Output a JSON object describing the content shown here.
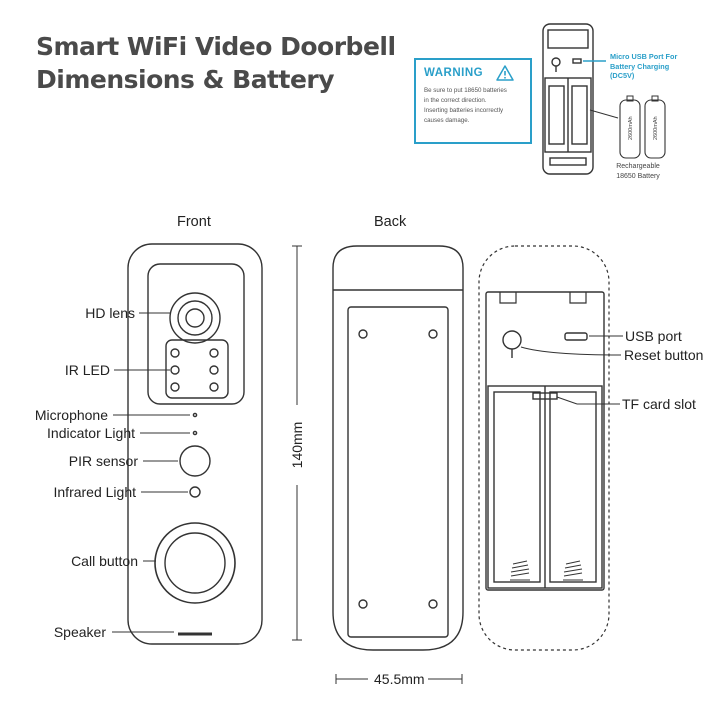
{
  "title": {
    "line1": "Smart WiFi Video Doorbell",
    "line2": "Dimensions & Battery"
  },
  "warning": {
    "heading": "WARNING",
    "icon": "warning-triangle-icon",
    "lines": [
      "Be sure to put 18650 batteries",
      "in the correct direction.",
      "Inserting batteries incorrectly",
      "causes damage."
    ]
  },
  "battery_inset": {
    "port_label": [
      "Micro USB Port For",
      "Battery Charging",
      "(DC5V)"
    ],
    "battery_label": [
      "Rechargeable",
      "18650 Battery"
    ],
    "cell_text": "2600mAh"
  },
  "views": {
    "front": "Front",
    "back": "Back"
  },
  "front_labels": {
    "hd_lens": "HD lens",
    "ir_led": "IR LED",
    "microphone": "Microphone",
    "indicator_light": "Indicator Light",
    "pir_sensor": "PIR sensor",
    "infrared_light": "Infrared Light",
    "call_button": "Call button",
    "speaker": "Speaker"
  },
  "back_labels": {
    "usb_port": "USB port",
    "reset_button": "Reset button",
    "tf_card_slot": "TF card slot"
  },
  "dimensions": {
    "height": "140mm",
    "width": "45.5mm"
  },
  "colors": {
    "accent": "#2a9fc9",
    "line": "#333333",
    "title": "#4a4a4a"
  }
}
